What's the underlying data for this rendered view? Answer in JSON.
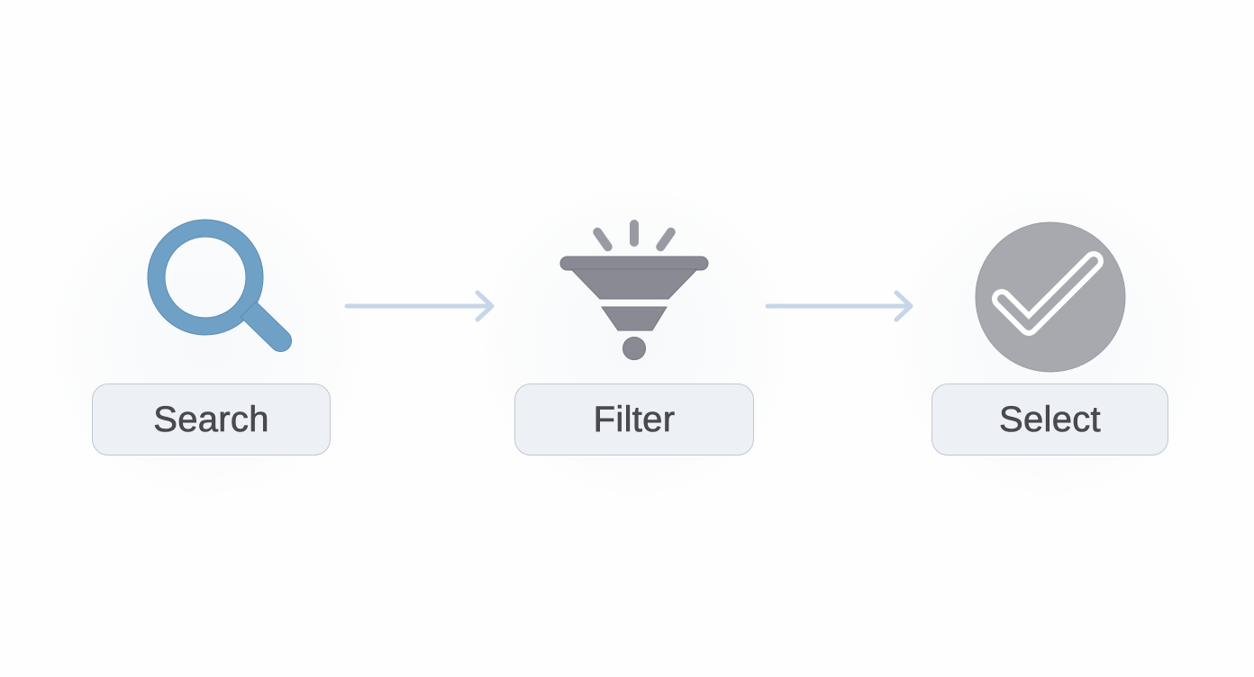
{
  "diagram": {
    "type": "process-flow",
    "steps": [
      {
        "label": "Search",
        "icon": "search-icon",
        "color": "#6fa0c5"
      },
      {
        "label": "Filter",
        "icon": "funnel-icon",
        "color": "#8a8a95"
      },
      {
        "label": "Select",
        "icon": "check-circle-icon",
        "color": "#a7a9af"
      }
    ],
    "connectors": [
      {
        "from": "Search",
        "to": "Filter",
        "icon": "arrow-right-icon",
        "color": "#c6d6e8"
      },
      {
        "from": "Filter",
        "to": "Select",
        "icon": "arrow-right-icon",
        "color": "#c6d6e8"
      }
    ]
  },
  "colors": {
    "background": "#fefefe",
    "label_bg": "#edf0f5",
    "label_border": "#c3c7cf",
    "label_text": "#4a4a50"
  }
}
